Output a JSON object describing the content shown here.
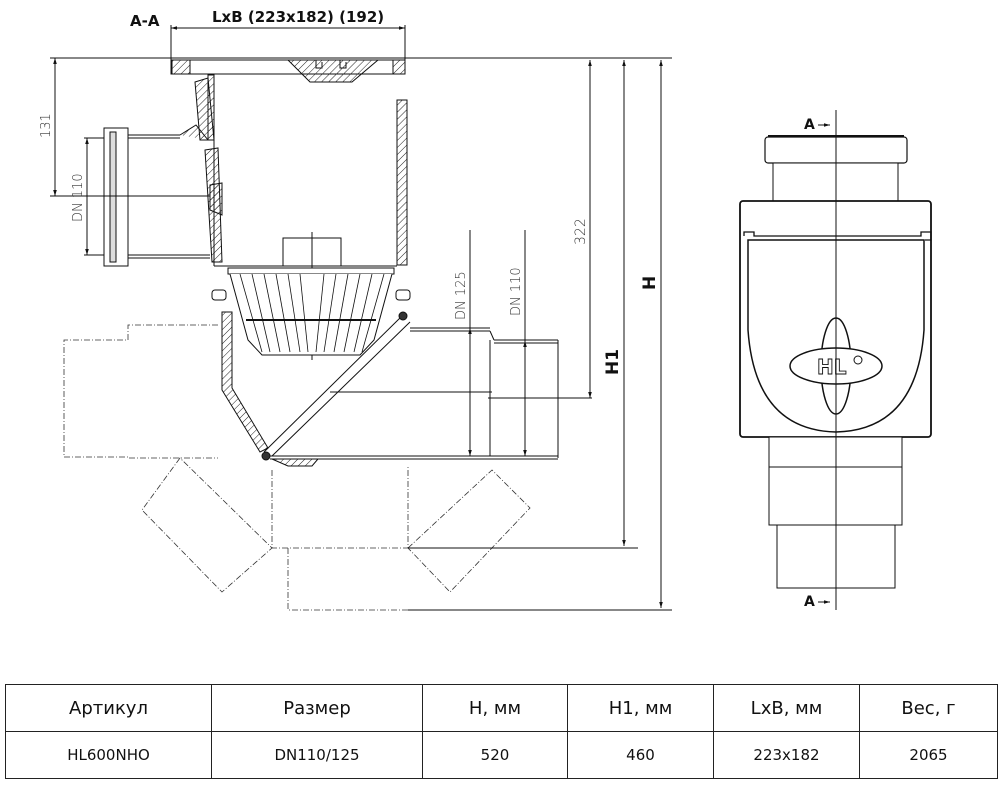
{
  "drawing": {
    "section_label": "A-A",
    "top_dimension": "LxB (223x182) (192)",
    "dim_131": "131",
    "dim_dn110_side": "DN 110",
    "dim_dn125": "DN 125",
    "dim_dn110_outlet": "DN 110",
    "dim_322": "322",
    "dim_h1": "H1",
    "dim_h": "H",
    "view_marker_top": "A",
    "view_marker_bottom": "A",
    "logo_text": "HL"
  },
  "spec_table": {
    "headers": [
      "Артикул",
      "Размер",
      "H, мм",
      "H1, мм",
      "LxB, мм",
      "Вес, г"
    ],
    "rows": [
      [
        "HL600NHO",
        "DN110/125",
        "520",
        "460",
        "223x182",
        "2065"
      ]
    ]
  }
}
